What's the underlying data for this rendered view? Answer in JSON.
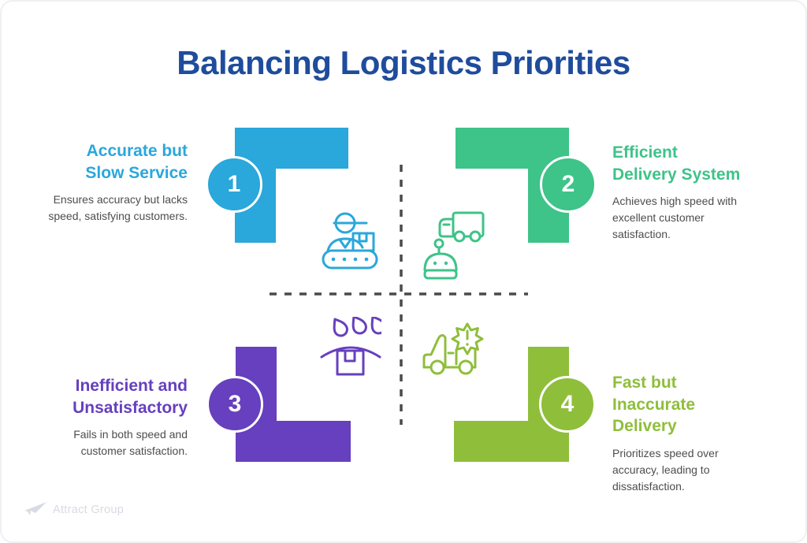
{
  "title": "Balancing Logistics Priorities",
  "quadrants": [
    {
      "number": "1",
      "heading_lines": [
        "Accurate but",
        "Slow Service"
      ],
      "description_lines": [
        "Ensures accuracy but lacks",
        "speed, satisfying customers."
      ],
      "color": "#2aa7db",
      "icon": "worker-conveyor-icon"
    },
    {
      "number": "2",
      "heading_lines": [
        "Efficient",
        "Delivery System"
      ],
      "description_lines": [
        "Achieves high speed with",
        "excellent customer",
        "satisfaction."
      ],
      "color": "#3ec389",
      "icon": "delivery-robot-truck-icon"
    },
    {
      "number": "3",
      "heading_lines": [
        "Inefficient and",
        "Unsatisfactory"
      ],
      "description_lines": [
        "Fails in both speed and",
        "customer satisfaction."
      ],
      "color": "#6640be",
      "icon": "rain-damaged-package-icon"
    },
    {
      "number": "4",
      "heading_lines": [
        "Fast but",
        "Inaccurate",
        "Delivery"
      ],
      "description_lines": [
        "Prioritizes speed over",
        "accuracy, leading to",
        "dissatisfaction."
      ],
      "color": "#8fbe3b",
      "icon": "truck-warning-burst-icon"
    }
  ],
  "colors": {
    "title_text": "#1f4c9c",
    "body_text": "#4d4d4d",
    "dashed_axis": "#4a4a4a",
    "logo_gray": "#d8dbe3",
    "background": "#ffffff"
  },
  "footer": {
    "logo_text": "Attract Group"
  }
}
